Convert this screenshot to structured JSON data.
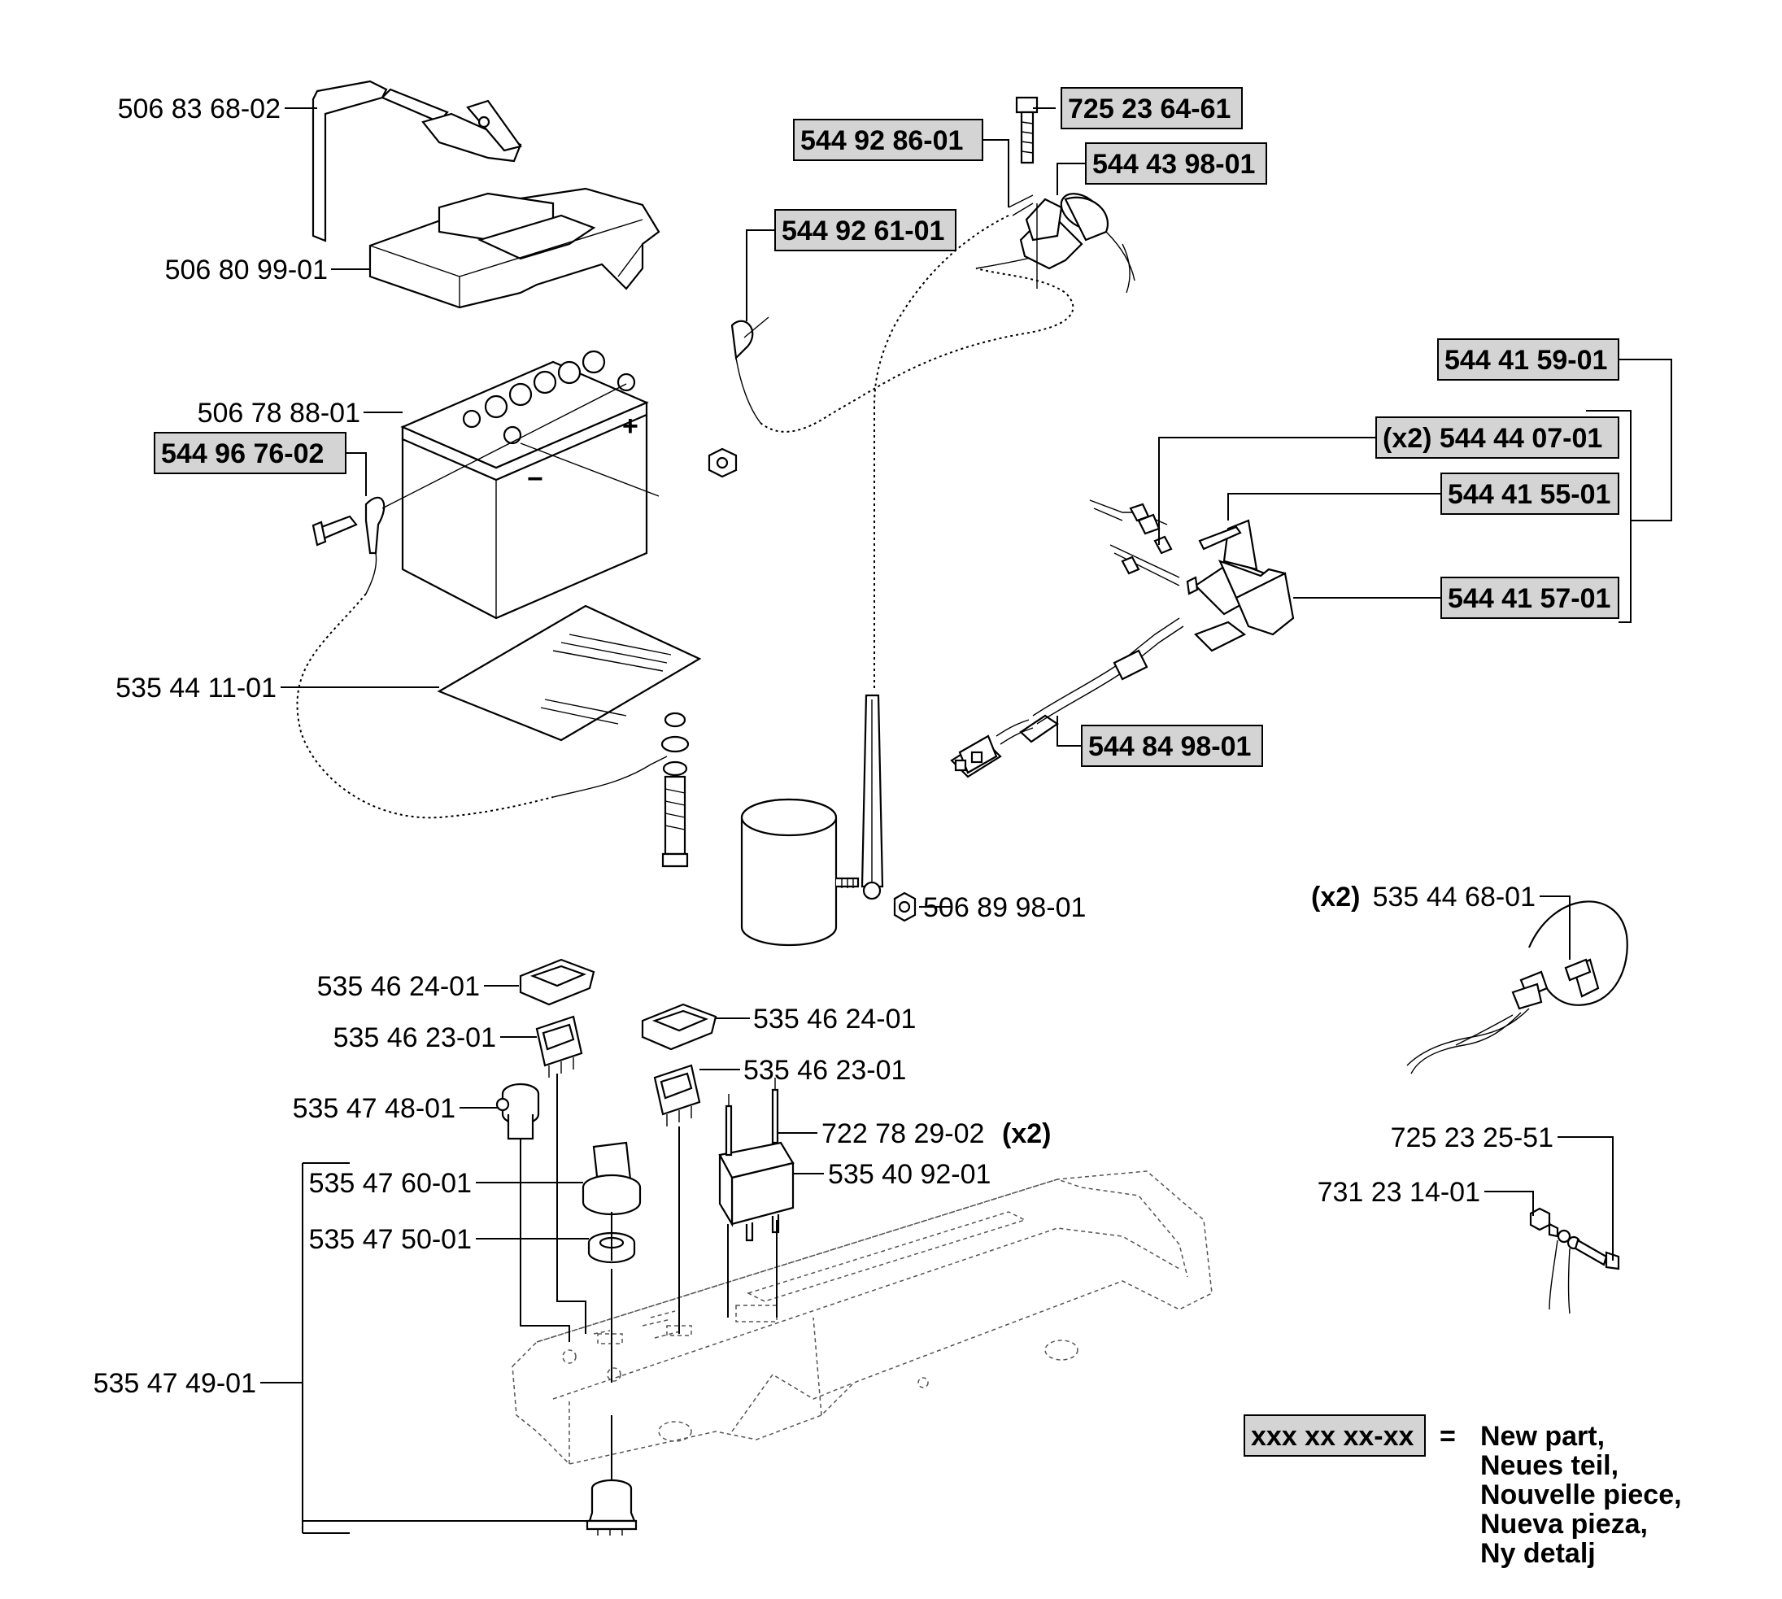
{
  "labels": {
    "p_506_83_68_02": "506 83 68-02",
    "p_506_80_99_01": "506 80 99-01",
    "p_506_78_88_01": "506 78 88-01",
    "p_544_96_76_02": "544 96 76-02",
    "p_535_44_11_01": "535 44 11-01",
    "p_725_23_64_61": "725 23 64-61",
    "p_544_92_86_01": "544 92 86-01",
    "p_544_43_98_01": "544 43 98-01",
    "p_544_92_61_01": "544 92 61-01",
    "p_544_41_59_01": "544 41 59-01",
    "p_544_44_07_01": "(x2) 544 44 07-01",
    "p_544_41_55_01": "544 41 55-01",
    "p_544_41_57_01": "544 41 57-01",
    "p_544_84_98_01": "544 84 98-01",
    "p_506_89_98_01": "506 89 98-01",
    "p_535_44_68_01_qty": "(x2)",
    "p_535_44_68_01": "535 44 68-01",
    "p_535_46_24_01_a": "535 46 24-01",
    "p_535_46_23_01_a": "535 46 23-01",
    "p_535_46_24_01_b": "535 46 24-01",
    "p_535_46_23_01_b": "535 46 23-01",
    "p_535_47_48_01": "535 47 48-01",
    "p_722_78_29_02": "722 78 29-02",
    "p_722_78_29_02_qty": "(x2)",
    "p_535_40_92_01": "535 40 92-01",
    "p_535_47_60_01": "535 47 60-01",
    "p_535_47_50_01": "535 47 50-01",
    "p_535_47_49_01": "535 47 49-01",
    "p_725_23_25_51": "725 23 25-51",
    "p_731_23_14_01": "731 23 14-01"
  },
  "legend": {
    "swatch_text": "xxx xx xx-xx",
    "equals": "=",
    "lines": [
      "New part,",
      "Neues teil,",
      "Nouvelle piece,",
      "Nueva pieza,",
      "Ny detalj"
    ]
  },
  "colors": {
    "new_part_highlight": "#d4d4d4",
    "line": "#000000"
  }
}
